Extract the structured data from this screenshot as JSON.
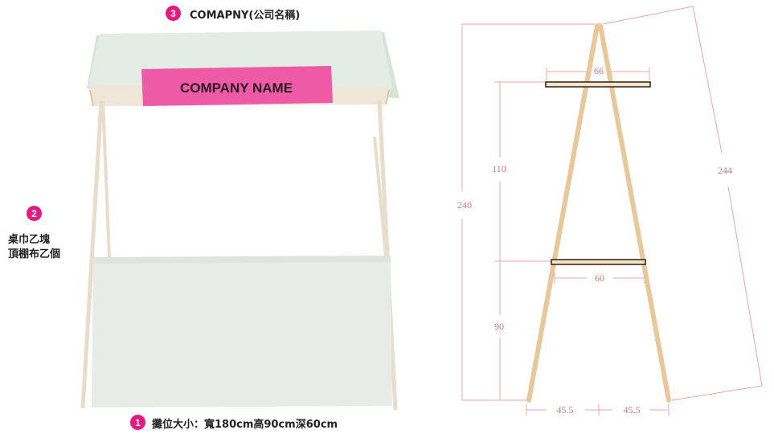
{
  "top_label": {
    "badge": "3",
    "text": "COMAPNY(公司名稱)"
  },
  "banner_text": "COMPANY NAME",
  "side_label": {
    "badge": "2",
    "line1": "桌巾乙塊",
    "line2": "頂棚布乙個"
  },
  "bottom_label": {
    "badge": "1",
    "text": "攤位大小：寬180cm高90cm深60cm"
  },
  "dimensions": {
    "top_bar_width": "66",
    "upper_height": "110",
    "total_height": "240",
    "leg_length": "244",
    "lower_bar_width": "60",
    "lower_height": "90",
    "base_left": "45.5",
    "base_right": "45.5"
  },
  "colors": {
    "badge": "#e5197f",
    "banner": "#ee5aa6",
    "canopy": "#e3ede4",
    "wood": "#e9c79b",
    "dimension": "#e7a7ab"
  }
}
